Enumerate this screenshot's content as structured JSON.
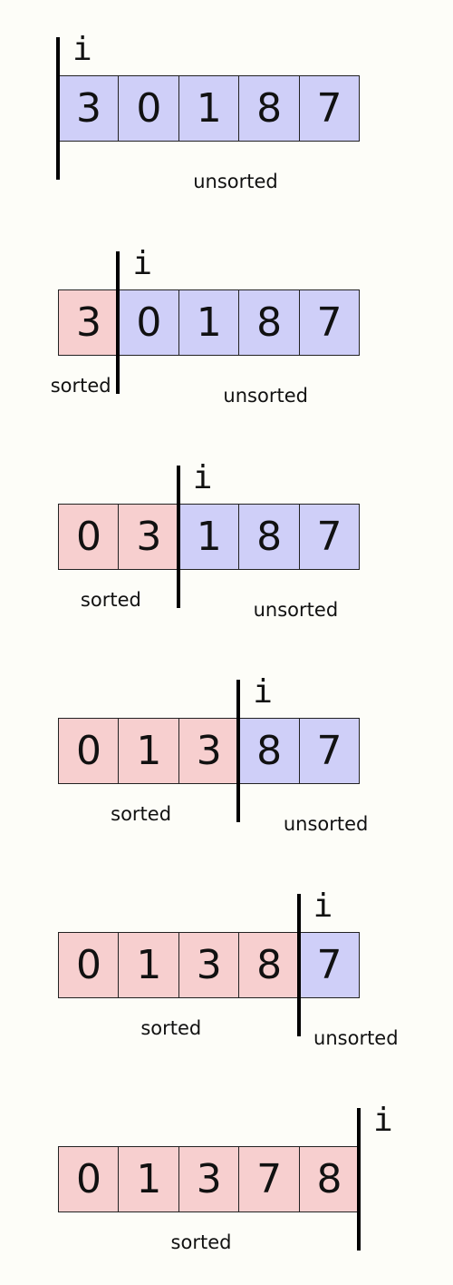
{
  "index_label": "i",
  "sorted_label": "sorted",
  "unsorted_label": "unsorted",
  "colors": {
    "sorted": "#f7cfcf",
    "unsorted": "#cfcff8",
    "background": "#fdfdf8",
    "border": "#222222"
  },
  "steps": [
    {
      "values": [
        "3",
        "0",
        "1",
        "8",
        "7"
      ],
      "sorted_count": 0
    },
    {
      "values": [
        "3",
        "0",
        "1",
        "8",
        "7"
      ],
      "sorted_count": 1
    },
    {
      "values": [
        "0",
        "3",
        "1",
        "8",
        "7"
      ],
      "sorted_count": 2
    },
    {
      "values": [
        "0",
        "1",
        "3",
        "8",
        "7"
      ],
      "sorted_count": 3
    },
    {
      "values": [
        "0",
        "1",
        "3",
        "8",
        "7"
      ],
      "sorted_count": 4
    },
    {
      "values": [
        "0",
        "1",
        "3",
        "7",
        "8"
      ],
      "sorted_count": 5
    }
  ]
}
